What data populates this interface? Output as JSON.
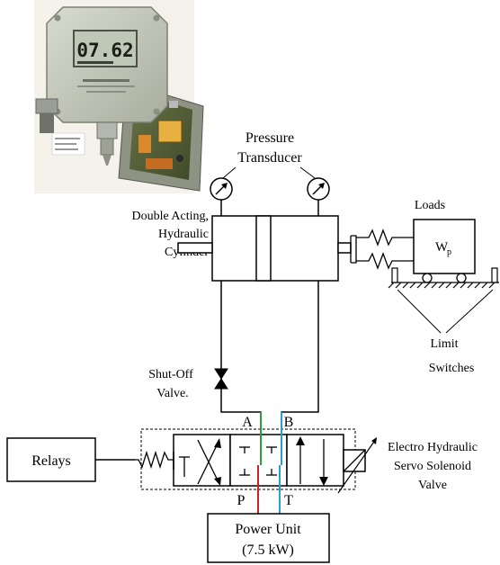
{
  "labels": {
    "pressure": "Pressure",
    "transducer": "Transducer",
    "double_acting": "Double Acting,",
    "hydraulic": "Hydraulic",
    "cylinder": "Cylinder",
    "loads": "Loads",
    "wp_main": "W",
    "wp_sub": "p",
    "limit": "Limit",
    "switches": "Switches",
    "shutoff": "Shut-Off",
    "valve_dot": "Valve.",
    "port_a": "A",
    "port_b": "B",
    "port_p": "P",
    "port_t": "T",
    "relays": "Relays",
    "servo_line1": "Electro Hydraulic",
    "servo_line2": "Servo Solenoid",
    "servo_line3": "Valve",
    "power_unit": "Power Unit",
    "power_rating": "(7.5 kW)"
  },
  "device_photo": {
    "lcd_reading": "07.62"
  },
  "colors": {
    "line": "#000000",
    "line_a": "#2e9c3a",
    "line_p": "#d22020",
    "line_t": "#2a9fd6"
  }
}
